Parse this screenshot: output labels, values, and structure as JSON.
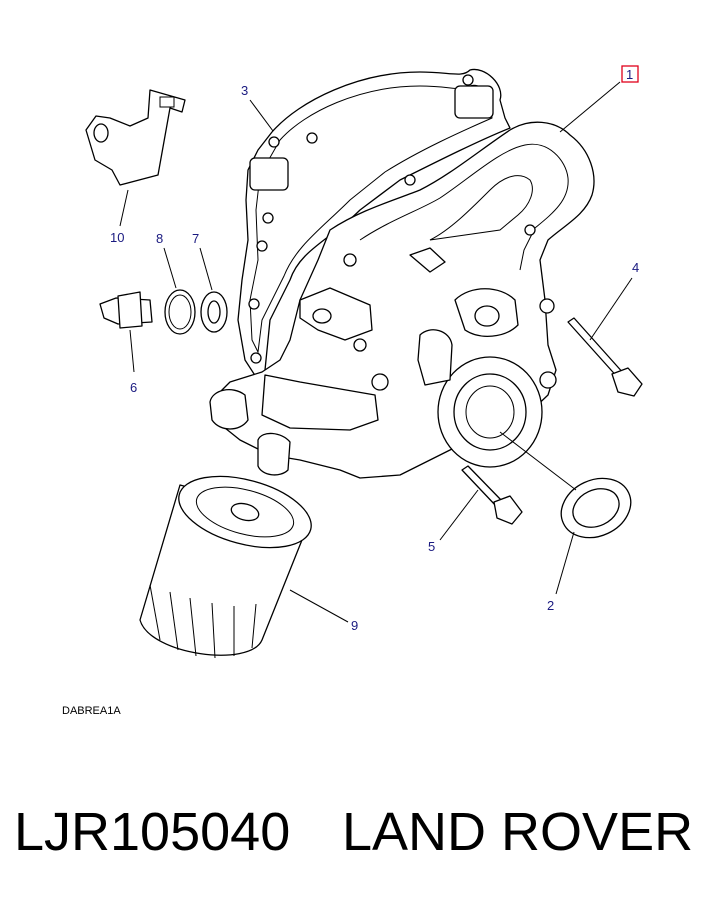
{
  "diagram": {
    "reference_code": "DABREA1A",
    "highlighted_callout": "1",
    "highlight_color": "#e0001b",
    "callout_color": "#1a1a80",
    "callouts": [
      {
        "id": "1",
        "label": "1"
      },
      {
        "id": "2",
        "label": "2"
      },
      {
        "id": "3",
        "label": "3"
      },
      {
        "id": "4",
        "label": "4"
      },
      {
        "id": "5",
        "label": "5"
      },
      {
        "id": "6",
        "label": "6"
      },
      {
        "id": "7",
        "label": "7"
      },
      {
        "id": "8",
        "label": "8"
      },
      {
        "id": "9",
        "label": "9"
      },
      {
        "id": "10",
        "label": "10"
      }
    ]
  },
  "footer": {
    "part_number": "LJR105040",
    "brand": "LAND ROVER"
  }
}
